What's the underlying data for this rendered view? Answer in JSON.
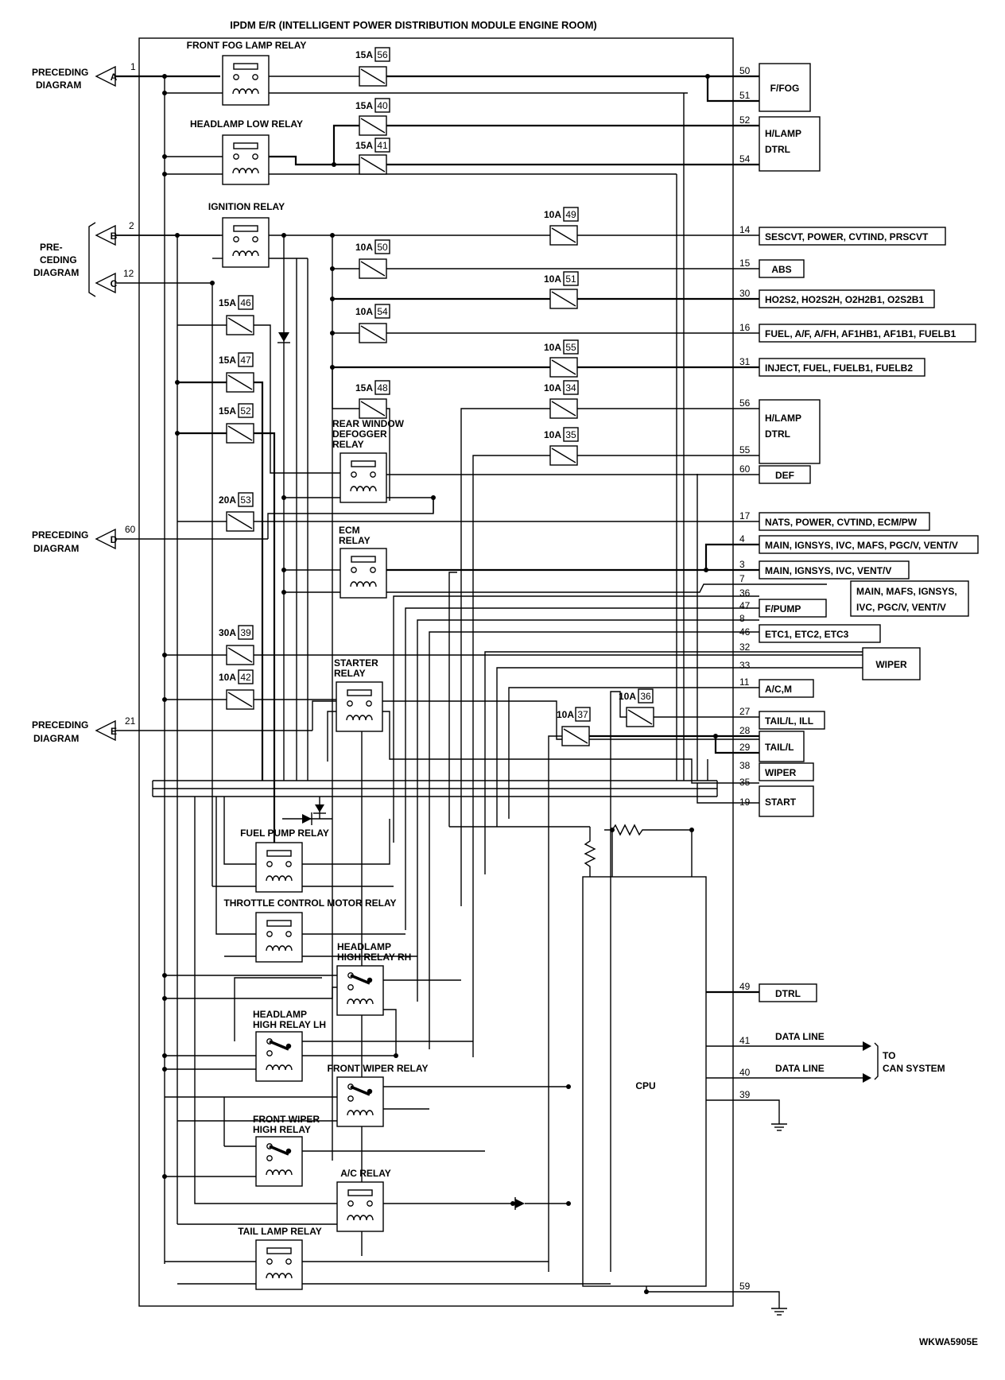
{
  "title": "IPDM E/R (INTELLIGENT POWER DISTRIBUTION MODULE ENGINE ROOM)",
  "figure_id": "WKWA5905E",
  "preceding": {
    "a": {
      "line1": "PRECEDING",
      "line2": "DIAGRAM",
      "letter": "A",
      "pin": "1"
    },
    "bc": {
      "line1": "PRE-",
      "line2": "CEDING",
      "line3": "DIAGRAM",
      "b_letter": "B",
      "b_pin": "2",
      "c_letter": "C",
      "c_pin": "12"
    },
    "d": {
      "line1": "PRECEDING",
      "line2": "DIAGRAM",
      "letter": "D",
      "pin": "60"
    },
    "e": {
      "line1": "PRECEDING",
      "line2": "DIAGRAM",
      "letter": "E",
      "pin": "21"
    }
  },
  "relays": {
    "front_fog": "FRONT FOG LAMP RELAY",
    "headlamp_low": "HEADLAMP LOW RELAY",
    "ignition": "IGNITION RELAY",
    "rear_defogger": [
      "REAR WINDOW",
      "DEFOGGER",
      "RELAY"
    ],
    "ecm": [
      "ECM",
      "RELAY"
    ],
    "starter": [
      "STARTER",
      "RELAY"
    ],
    "fuel_pump": "FUEL PUMP RELAY",
    "throttle": "THROTTLE CONTROL MOTOR RELAY",
    "hl_high_rh": [
      "HEADLAMP",
      "HIGH RELAY RH"
    ],
    "hl_high_lh": [
      "HEADLAMP",
      "HIGH RELAY LH"
    ],
    "front_wiper": "FRONT WIPER RELAY",
    "front_wiper_high": [
      "FRONT WIPER",
      "HIGH RELAY"
    ],
    "ac": "A/C RELAY",
    "tail_lamp": "TAIL LAMP RELAY"
  },
  "fuses": [
    {
      "amp": "15A",
      "num": "56"
    },
    {
      "amp": "15A",
      "num": "40"
    },
    {
      "amp": "15A",
      "num": "41"
    },
    {
      "amp": "10A",
      "num": "49"
    },
    {
      "amp": "10A",
      "num": "50"
    },
    {
      "amp": "10A",
      "num": "51"
    },
    {
      "amp": "10A",
      "num": "54"
    },
    {
      "amp": "10A",
      "num": "55"
    },
    {
      "amp": "15A",
      "num": "48"
    },
    {
      "amp": "10A",
      "num": "34"
    },
    {
      "amp": "10A",
      "num": "35"
    },
    {
      "amp": "15A",
      "num": "46"
    },
    {
      "amp": "15A",
      "num": "47"
    },
    {
      "amp": "15A",
      "num": "52"
    },
    {
      "amp": "20A",
      "num": "53"
    },
    {
      "amp": "30A",
      "num": "39"
    },
    {
      "amp": "10A",
      "num": "42"
    },
    {
      "amp": "10A",
      "num": "36"
    },
    {
      "amp": "10A",
      "num": "37"
    }
  ],
  "pins": [
    "50",
    "51",
    "52",
    "54",
    "14",
    "15",
    "30",
    "16",
    "31",
    "56",
    "55",
    "60",
    "17",
    "4",
    "3",
    "7",
    "36",
    "47",
    "8",
    "46",
    "32",
    "33",
    "11",
    "27",
    "28",
    "29",
    "38",
    "35",
    "19",
    "49",
    "41",
    "40",
    "39",
    "59"
  ],
  "outputs": {
    "ffog": "F/FOG",
    "hlamp1": [
      "H/LAMP",
      "DTRL"
    ],
    "sescvt": "SESCVT, POWER, CVTIND, PRSCVT",
    "abs": "ABS",
    "ho2s2": "HO2S2, HO2S2H, O2H2B1, O2S2B1",
    "fuel": "FUEL, A/F, A/FH, AF1HB1, AF1B1, FUELB1",
    "inject": "INJECT, FUEL, FUELB1, FUELB2",
    "hlamp2": [
      "H/LAMP",
      "DTRL"
    ],
    "def": "DEF",
    "nats": "NATS, POWER, CVTIND, ECM/PW",
    "main1": "MAIN, IGNSYS, IVC, MAFS, PGC/V, VENT/V",
    "main2": "MAIN, IGNSYS, IVC, VENT/V",
    "main3": [
      "MAIN, MAFS, IGNSYS,",
      "IVC, PGC/V, VENT/V"
    ],
    "fpump": "F/PUMP",
    "etc": "ETC1, ETC2, ETC3",
    "wiper1": "WIPER",
    "acm": "A/C,M",
    "tail_ill": "TAIL/L, ILL",
    "tail_l": "TAIL/L",
    "wiper2": "WIPER",
    "start": "START",
    "dtrl": "DTRL"
  },
  "cpu_label": "CPU",
  "data_line": "DATA LINE",
  "to_can": [
    "TO",
    "CAN SYSTEM"
  ]
}
